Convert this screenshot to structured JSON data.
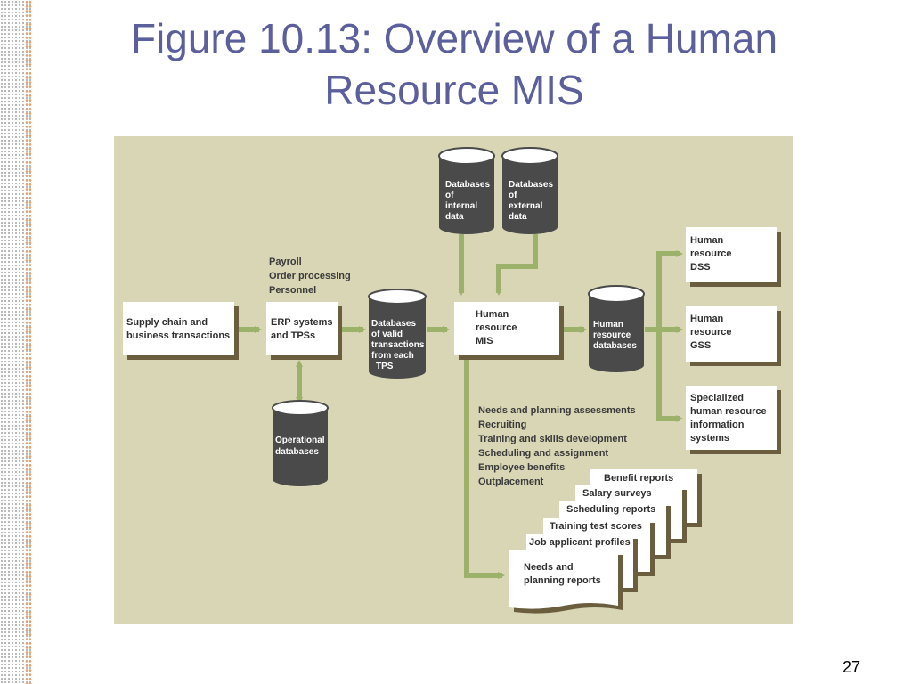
{
  "slide": {
    "title_line1": "Figure 10.13: Overview of a Human",
    "title_line2": "Resource MIS",
    "page_number": "27"
  },
  "diagram": {
    "colors": {
      "background": "#d8d6b5",
      "arrow": "#9cb169",
      "database": "#4a4a4a",
      "box_shadow": "#6b5e3e"
    },
    "supply_chain": [
      "Supply chain and",
      "business transactions"
    ],
    "erp": [
      "ERP systems",
      "and TPSs"
    ],
    "erp_outputs": [
      "Payroll",
      "Order processing",
      "Personnel"
    ],
    "operational_db": [
      "Operational",
      "databases"
    ],
    "valid_db": [
      "Databases",
      "of valid",
      "transactions",
      "from each",
      "TPS"
    ],
    "internal_db": [
      "Databases",
      "of",
      "internal",
      "data"
    ],
    "external_db": [
      "Databases",
      "of",
      "external",
      "data"
    ],
    "hr_mis": [
      "Human",
      "resource",
      "MIS"
    ],
    "hr_db": [
      "Human",
      "resource",
      "databases"
    ],
    "dss": [
      "Human",
      "resource",
      "DSS"
    ],
    "gss": [
      "Human",
      "resource",
      "GSS"
    ],
    "specialized": [
      "Specialized",
      "human resource",
      "information",
      "systems"
    ],
    "mis_functions": [
      "Needs and planning assessments",
      "Recruiting",
      "Training and skills development",
      "Scheduling and assignment",
      "Employee benefits",
      "Outplacement"
    ],
    "reports": [
      "Benefit reports",
      "Salary surveys",
      "Scheduling reports",
      "Training test scores",
      "Job applicant profiles"
    ],
    "needs_report": [
      "Needs and",
      "planning reports"
    ]
  }
}
